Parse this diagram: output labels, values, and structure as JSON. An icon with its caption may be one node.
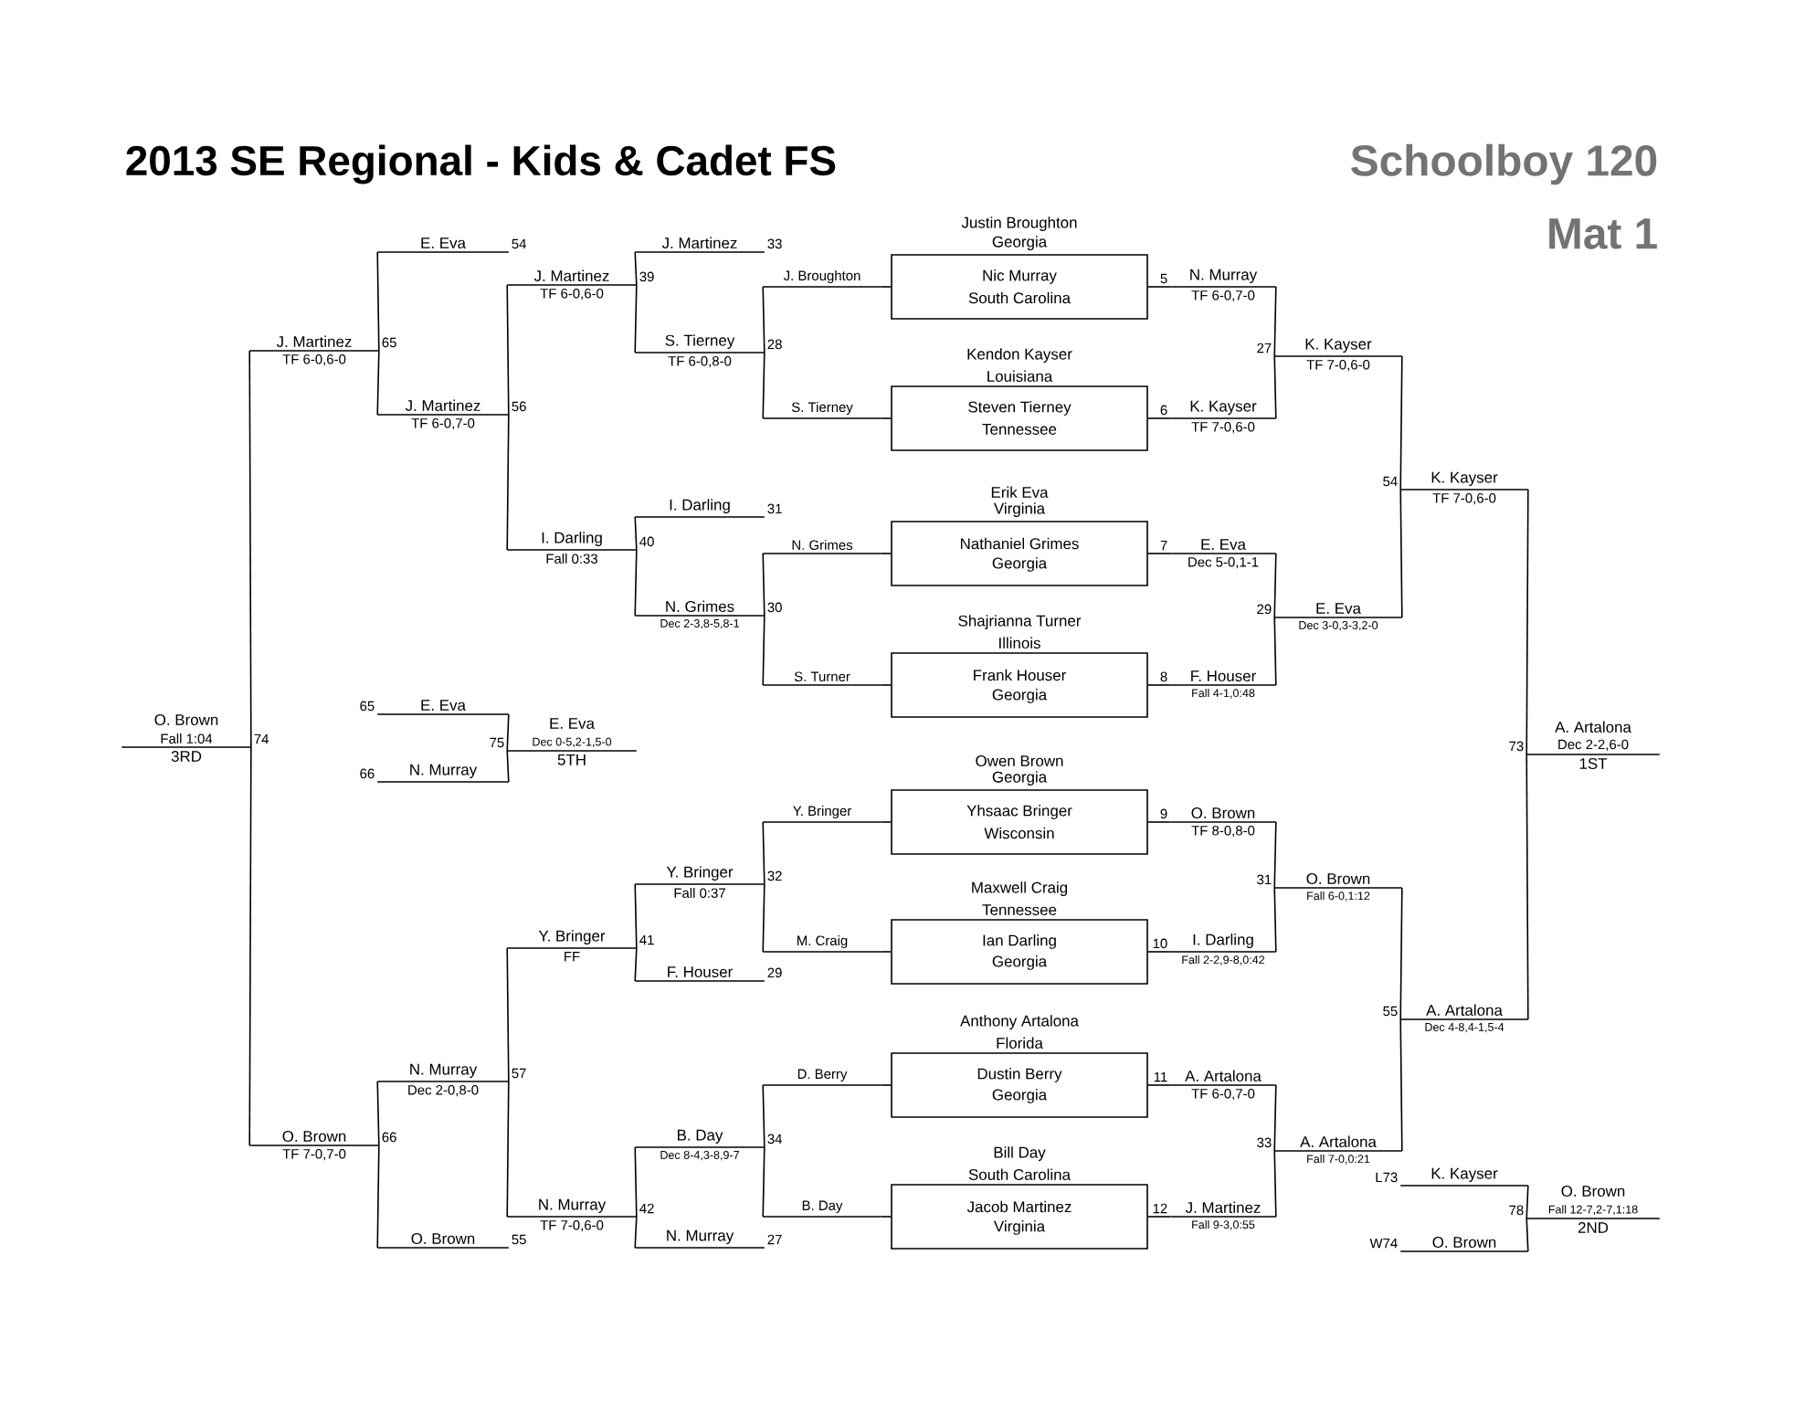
{
  "diagram": {
    "title": "2013 SE Regional - Kids & Cadet FS",
    "nodes": [
      {
        "text": [
          "Justin Broughton",
          "Georgia",
          "Nic Murray",
          "South Carolina"
        ]
      },
      {
        "text": [
          "Kendon Kayser",
          "Louisiana",
          "Steven Tierney",
          "Tennessee"
        ]
      },
      {
        "text": [
          "Erik Eva",
          "Virginia",
          "Nathaniel Grimes",
          "Georgia"
        ]
      },
      {
        "text": [
          "Shajrianna Turner",
          "Illinois",
          "Frank Houser",
          "Georgia"
        ]
      },
      {
        "text": [
          "Owen Brown",
          "Georgia",
          "Yhsaac Bringer",
          "Wisconsin"
        ]
      },
      {
        "text": [
          "Maxwell Craig",
          "Tennessee",
          "Ian Darling",
          "Georgia"
        ]
      },
      {
        "text": [
          "Anthony Artalona",
          "Florida",
          "Dustin Berry",
          "Georgia"
        ]
      },
      {
        "text": [
          "Bill Day",
          "South Carolina",
          "Jacob Martinez",
          "Virginia"
        ]
      },
      {
        "text": [
          "N. Murray",
          "TF 6-0,7-0"
        ],
        "beside": [
          "5"
        ]
      },
      {
        "text": [
          "K. Kayser",
          "TF 7-0,6-0"
        ],
        "beside": [
          "6"
        ]
      },
      {
        "text": [
          "K. Kayser",
          "TF 7-0,6-0"
        ],
        "beside": [
          "27"
        ]
      },
      {
        "text": [
          "E. Eva",
          "Dec 5-0,1-1"
        ],
        "beside": [
          "7"
        ]
      },
      {
        "text": [
          "F. Houser",
          "Fall 4-1,0:48"
        ],
        "beside": [
          "8"
        ]
      },
      {
        "text": [
          "E. Eva",
          "Dec 3-0,3-3,2-0"
        ],
        "beside": [
          "29"
        ]
      },
      {
        "text": [
          "K. Kayser",
          "TF 7-0,6-0"
        ],
        "beside": [
          "54"
        ]
      },
      {
        "text": [
          "O. Brown",
          "TF 8-0,8-0"
        ],
        "beside": [
          "9"
        ]
      },
      {
        "text": [
          "I. Darling",
          "Fall 2-2,9-8,0:42"
        ],
        "beside": [
          "10"
        ]
      },
      {
        "text": [
          "O. Brown",
          "Fall 6-0,1:12"
        ],
        "beside": [
          "31"
        ]
      },
      {
        "text": [
          "A. Artalona",
          "TF 6-0,7-0"
        ],
        "beside": [
          "11"
        ]
      },
      {
        "text": [
          "J. Martinez",
          "Fall 9-3,0:55"
        ],
        "beside": [
          "12"
        ]
      },
      {
        "text": [
          "A. Artalona",
          "Fall 7-0,0:21"
        ],
        "beside": [
          "33"
        ]
      },
      {
        "text": [
          "A. Artalona",
          "Dec 4-8,4-1,5-4"
        ],
        "beside": [
          "55"
        ]
      },
      {
        "text": [
          "A. Artalona",
          "Dec 2-2,6-0",
          "1ST"
        ],
        "beside": [
          "73"
        ]
      },
      {
        "text": [
          "J. Broughton"
        ]
      },
      {
        "text": [
          "S. Tierney"
        ]
      },
      {
        "text": [
          "N. Grimes"
        ]
      },
      {
        "text": [
          "S. Turner"
        ]
      },
      {
        "text": [
          "Y. Bringer"
        ]
      },
      {
        "text": [
          "M. Craig"
        ]
      },
      {
        "text": [
          "D. Berry"
        ]
      },
      {
        "text": [
          "B. Day"
        ]
      },
      {
        "text": [
          "S. Tierney",
          "TF 6-0,8-0"
        ],
        "beside": [
          "28"
        ]
      },
      {
        "text": [
          "J. Martinez"
        ],
        "beside": [
          "33"
        ]
      },
      {
        "text": [
          "J. Martinez",
          "TF 6-0,6-0"
        ],
        "beside": [
          "39"
        ]
      },
      {
        "text": [
          "I. Darling"
        ],
        "beside": [
          "31"
        ]
      },
      {
        "text": [
          "N. Grimes",
          "Dec 2-3,8-5,8-1"
        ],
        "beside": [
          "30"
        ]
      },
      {
        "text": [
          "I. Darling",
          "Fall 0:33"
        ],
        "beside": [
          "40"
        ]
      },
      {
        "text": [
          "E. Eva"
        ],
        "beside": [
          "54"
        ]
      },
      {
        "text": [
          "J. Martinez",
          "TF 6-0,7-0"
        ],
        "beside": [
          "56"
        ]
      },
      {
        "text": [
          "J. Martinez",
          "TF 6-0,6-0"
        ],
        "beside": [
          "65"
        ]
      },
      {
        "text": [
          "Y. Bringer",
          "Fall 0:37"
        ],
        "beside": [
          "32"
        ]
      },
      {
        "text": [
          "F. Houser"
        ],
        "beside": [
          "29"
        ]
      },
      {
        "text": [
          "Y. Bringer",
          "FF"
        ],
        "beside": [
          "41"
        ]
      },
      {
        "text": [
          "B. Day",
          "Dec 8-4,3-8,9-7"
        ],
        "beside": [
          "34"
        ]
      },
      {
        "text": [
          "N. Murray"
        ],
        "beside": [
          "27"
        ]
      },
      {
        "text": [
          "N. Murray",
          "TF 7-0,6-0"
        ],
        "beside": [
          "42"
        ]
      },
      {
        "text": [
          "N. Murray",
          "Dec 2-0,8-0"
        ],
        "beside": [
          "57"
        ]
      },
      {
        "text": [
          "O. Brown"
        ],
        "beside": [
          "55"
        ]
      },
      {
        "text": [
          "O. Brown",
          "TF 7-0,7-0"
        ],
        "beside": [
          "66"
        ]
      },
      {
        "text": [
          "O. Brown",
          "Fall 1:04",
          "3RD"
        ],
        "beside": [
          "74"
        ]
      },
      {
        "text": [
          "E. Eva"
        ],
        "beside": [
          "65"
        ]
      },
      {
        "text": [
          "N. Murray"
        ],
        "beside": [
          "66"
        ]
      },
      {
        "text": [
          "E. Eva",
          "Dec 0-5,2-1,5-0",
          "5TH"
        ],
        "beside": [
          "75"
        ]
      },
      {
        "text": [
          "K. Kayser"
        ],
        "beside": [
          "L73"
        ]
      },
      {
        "text": [
          "O. Brown"
        ],
        "beside": [
          "W74"
        ]
      },
      {
        "text": [
          "O. Brown",
          "Fall 12-7,2-7,1:18",
          "2ND"
        ],
        "beside": [
          "78"
        ]
      }
    ],
    "edges": [
      {
        "from": 0,
        "to": 8,
        "arrow": "none"
      },
      {
        "from": 1,
        "to": 9,
        "arrow": "none"
      },
      {
        "from": 8,
        "to": 10,
        "arrow": "none"
      },
      {
        "from": 9,
        "to": 10,
        "arrow": "none"
      },
      {
        "from": 2,
        "to": 11,
        "arrow": "none"
      },
      {
        "from": 3,
        "to": 12,
        "arrow": "none"
      },
      {
        "from": 11,
        "to": 13,
        "arrow": "none"
      },
      {
        "from": 12,
        "to": 13,
        "arrow": "none"
      },
      {
        "from": 10,
        "to": 14,
        "arrow": "none"
      },
      {
        "from": 13,
        "to": 14,
        "arrow": "none"
      },
      {
        "from": 4,
        "to": 15,
        "arrow": "none"
      },
      {
        "from": 5,
        "to": 16,
        "arrow": "none"
      },
      {
        "from": 15,
        "to": 17,
        "arrow": "none"
      },
      {
        "from": 16,
        "to": 17,
        "arrow": "none"
      },
      {
        "from": 6,
        "to": 18,
        "arrow": "none"
      },
      {
        "from": 7,
        "to": 19,
        "arrow": "none"
      },
      {
        "from": 18,
        "to": 20,
        "arrow": "none"
      },
      {
        "from": 19,
        "to": 20,
        "arrow": "none"
      },
      {
        "from": 17,
        "to": 21,
        "arrow": "none"
      },
      {
        "from": 20,
        "to": 21,
        "arrow": "none"
      },
      {
        "from": 14,
        "to": 22,
        "arrow": "none"
      },
      {
        "from": 21,
        "to": 22,
        "arrow": "none"
      },
      {
        "from": 0,
        "to": 23,
        "arrow": "none"
      },
      {
        "from": 1,
        "to": 24,
        "arrow": "none"
      },
      {
        "from": 2,
        "to": 25,
        "arrow": "none"
      },
      {
        "from": 3,
        "to": 26,
        "arrow": "none"
      },
      {
        "from": 4,
        "to": 27,
        "arrow": "none"
      },
      {
        "from": 5,
        "to": 28,
        "arrow": "none"
      },
      {
        "from": 6,
        "to": 29,
        "arrow": "none"
      },
      {
        "from": 7,
        "to": 30,
        "arrow": "none"
      },
      {
        "from": 23,
        "to": 31,
        "arrow": "none"
      },
      {
        "from": 24,
        "to": 31,
        "arrow": "none"
      },
      {
        "from": 32,
        "to": 33,
        "arrow": "none"
      },
      {
        "from": 31,
        "to": 33,
        "arrow": "none"
      },
      {
        "from": 25,
        "to": 35,
        "arrow": "none"
      },
      {
        "from": 26,
        "to": 35,
        "arrow": "none"
      },
      {
        "from": 34,
        "to": 36,
        "arrow": "none"
      },
      {
        "from": 35,
        "to": 36,
        "arrow": "none"
      },
      {
        "from": 33,
        "to": 38,
        "arrow": "none"
      },
      {
        "from": 36,
        "to": 38,
        "arrow": "none"
      },
      {
        "from": 37,
        "to": 39,
        "arrow": "none"
      },
      {
        "from": 38,
        "to": 39,
        "arrow": "none"
      },
      {
        "from": 27,
        "to": 40,
        "arrow": "none"
      },
      {
        "from": 28,
        "to": 40,
        "arrow": "none"
      },
      {
        "from": 40,
        "to": 42,
        "arrow": "none"
      },
      {
        "from": 41,
        "to": 42,
        "arrow": "none"
      },
      {
        "from": 29,
        "to": 43,
        "arrow": "none"
      },
      {
        "from": 30,
        "to": 43,
        "arrow": "none"
      },
      {
        "from": 43,
        "to": 45,
        "arrow": "none"
      },
      {
        "from": 44,
        "to": 45,
        "arrow": "none"
      },
      {
        "from": 42,
        "to": 46,
        "arrow": "none"
      },
      {
        "from": 45,
        "to": 46,
        "arrow": "none"
      },
      {
        "from": 46,
        "to": 48,
        "arrow": "none"
      },
      {
        "from": 47,
        "to": 48,
        "arrow": "none"
      },
      {
        "from": 39,
        "to": 49,
        "arrow": "none"
      },
      {
        "from": 48,
        "to": 49,
        "arrow": "none"
      },
      {
        "from": 50,
        "to": 52,
        "arrow": "none"
      },
      {
        "from": 51,
        "to": 52,
        "arrow": "none"
      },
      {
        "from": 53,
        "to": 55,
        "arrow": "none"
      },
      {
        "from": 54,
        "to": 55,
        "arrow": "none"
      }
    ],
    "labels": [
      "Schoolboy 120",
      "Mat 1"
    ]
  }
}
